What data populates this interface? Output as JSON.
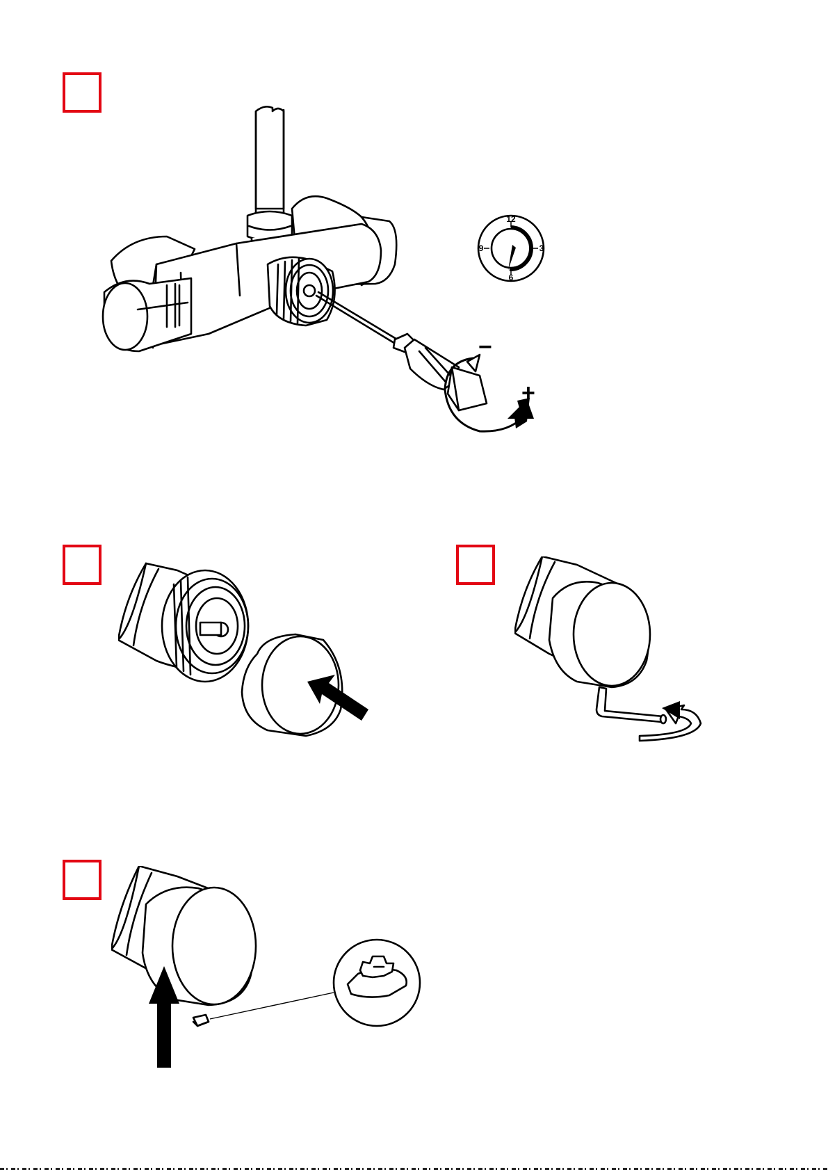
{
  "step_markers": [
    {
      "id": "step-1",
      "label": ""
    },
    {
      "id": "step-2",
      "label": ""
    },
    {
      "id": "step-3",
      "label": ""
    },
    {
      "id": "step-4",
      "label": ""
    }
  ],
  "step1": {
    "dial_ticks": [
      "12",
      "3",
      "6",
      "9"
    ],
    "minus_sign": "−",
    "plus_sign": "+"
  },
  "colors": {
    "marker_border": "#e30613",
    "line": "#000000"
  },
  "icons": [
    "screwdriver-icon",
    "rotate-arrow-icon",
    "push-arrow-icon",
    "allen-key-icon",
    "up-arrow-icon"
  ]
}
